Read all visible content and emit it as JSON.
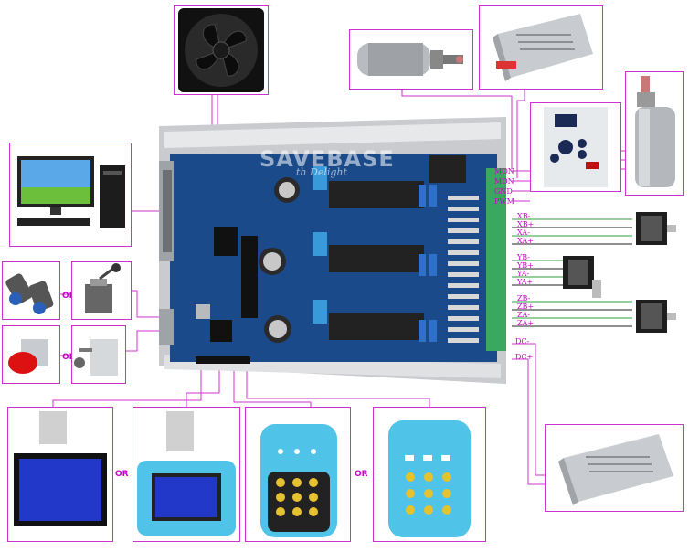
{
  "watermark": {
    "brand": "SAVEBASE",
    "tagline": "th Delight"
  },
  "board_labels": [
    "MON",
    "MDN",
    "GND",
    "PWM",
    "XB-",
    "XB+",
    "XA-",
    "XA+",
    "YB-",
    "YB+",
    "YA-",
    "YA+",
    "ZB-",
    "ZB+",
    "ZA-",
    "ZA+",
    "DC-",
    "DC+"
  ],
  "or_labels": {
    "sensor": "OR",
    "switch": "OR",
    "lcd": "OR",
    "pendant": "OR"
  },
  "colors": {
    "frame": "#cc33cc",
    "label": "#cc00cc",
    "pcb": "#1a4a8a",
    "terminal": "#3aa860",
    "wire_green": "#2e9e3e",
    "wire_black": "#222222"
  },
  "icons": [
    "computer-icon",
    "fan-icon",
    "spindle-icon",
    "power-supply-icon",
    "vfd-icon",
    "stepper-motor-icon",
    "proximity-sensor-icon",
    "limit-switch-icon",
    "emergency-stop-icon",
    "micro-switch-icon",
    "lcd-display-icon",
    "handheld-pendant-icon"
  ]
}
